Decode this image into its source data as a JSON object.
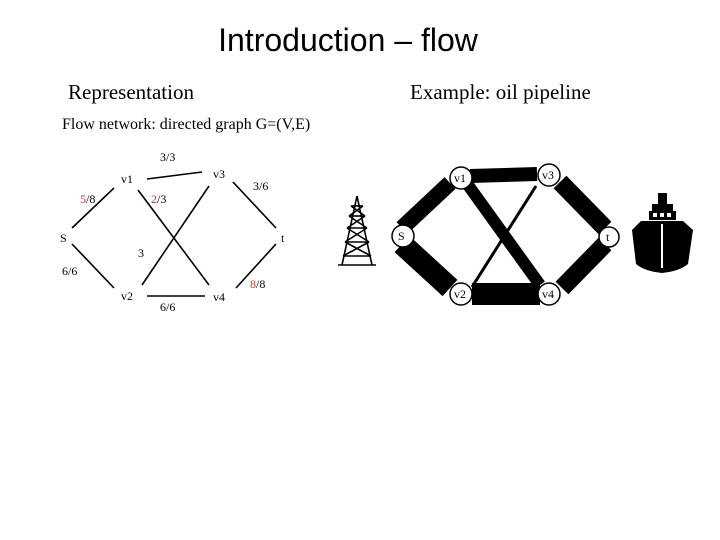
{
  "title": "Introduction – flow",
  "left_heading": "Representation",
  "right_heading": "Example: oil pipeline",
  "definition": "Flow network: directed graph G=(V,E)",
  "graph": {
    "nodes": {
      "s": "S",
      "v1": "v1",
      "v2": "v2",
      "v3": "v3",
      "v4": "v4",
      "t": "t"
    },
    "edge_labels": {
      "s_v1_flow": "5",
      "s_v1_cap": "/8",
      "s_v2": "6/6",
      "v1_v3": "3/3",
      "v1_v4_flow": "2",
      "v1_v4_cap": "/3",
      "v2_v3": "3",
      "v2_v4": "6/6",
      "v3_t": "3/6",
      "v4_t_flow": "8",
      "v4_t_cap": "/8"
    }
  },
  "pipeline": {
    "nodes": {
      "s": "S",
      "v1": "v1",
      "v2": "v2",
      "v3": "v3",
      "v4": "v4",
      "t": "t"
    }
  },
  "colors": {
    "flow_highlight": "#c0392b",
    "ink": "#000000"
  },
  "icons": [
    "oil-derrick-icon",
    "ship-icon"
  ]
}
